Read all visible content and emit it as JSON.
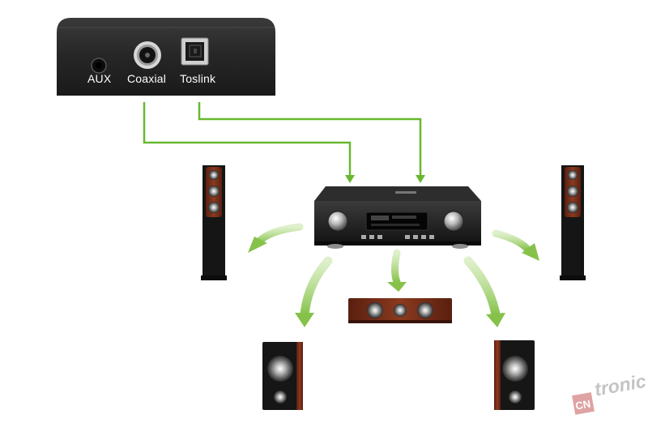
{
  "converter": {
    "ports": {
      "aux": "AUX",
      "coaxial": "Coaxial",
      "toslink": "Toslink"
    }
  },
  "watermark": {
    "text": "tronic",
    "logo": "CN"
  },
  "colors": {
    "cable": "#69b830",
    "flow_arrow": "#9ccf62",
    "device_body": "#252525",
    "speaker_wood": "#7a2e18",
    "speaker_black": "#161616"
  },
  "icons": {
    "aux_port": "aux-jack-icon",
    "coaxial_port": "rca-jack-icon",
    "toslink_port": "optical-port-icon"
  }
}
